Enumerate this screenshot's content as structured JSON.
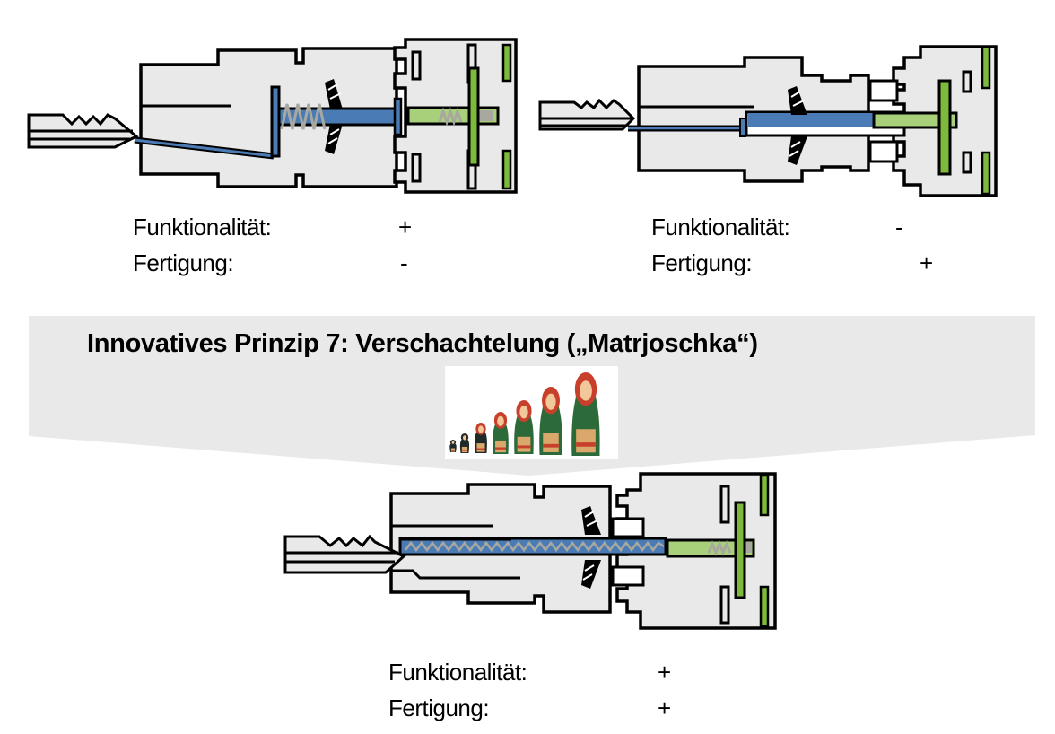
{
  "colors": {
    "housing": "#e9e9e9",
    "outline": "#000000",
    "blue": "#4a7bb5",
    "green_dark": "#7dba3c",
    "green_light": "#a8d07a",
    "spring": "#a8a8a0",
    "banner": "#e9e9e9"
  },
  "variants": [
    {
      "id": "variant-1",
      "ratings": [
        {
          "label": "Funktionalität:",
          "value": "+"
        },
        {
          "label": "Fertigung:",
          "value": "-"
        }
      ]
    },
    {
      "id": "variant-2",
      "ratings": [
        {
          "label": "Funktionalität:",
          "value": "-"
        },
        {
          "label": "Fertigung:",
          "value": "+"
        }
      ]
    },
    {
      "id": "variant-3",
      "ratings": [
        {
          "label": "Funktionalität:",
          "value": "+"
        },
        {
          "label": "Fertigung:",
          "value": "+"
        }
      ]
    }
  ],
  "banner": {
    "title": "Innovatives Prinzip 7: Verschachtelung („Matrjoschka“)",
    "image_alt": "Matrjoschka-Puppen"
  }
}
